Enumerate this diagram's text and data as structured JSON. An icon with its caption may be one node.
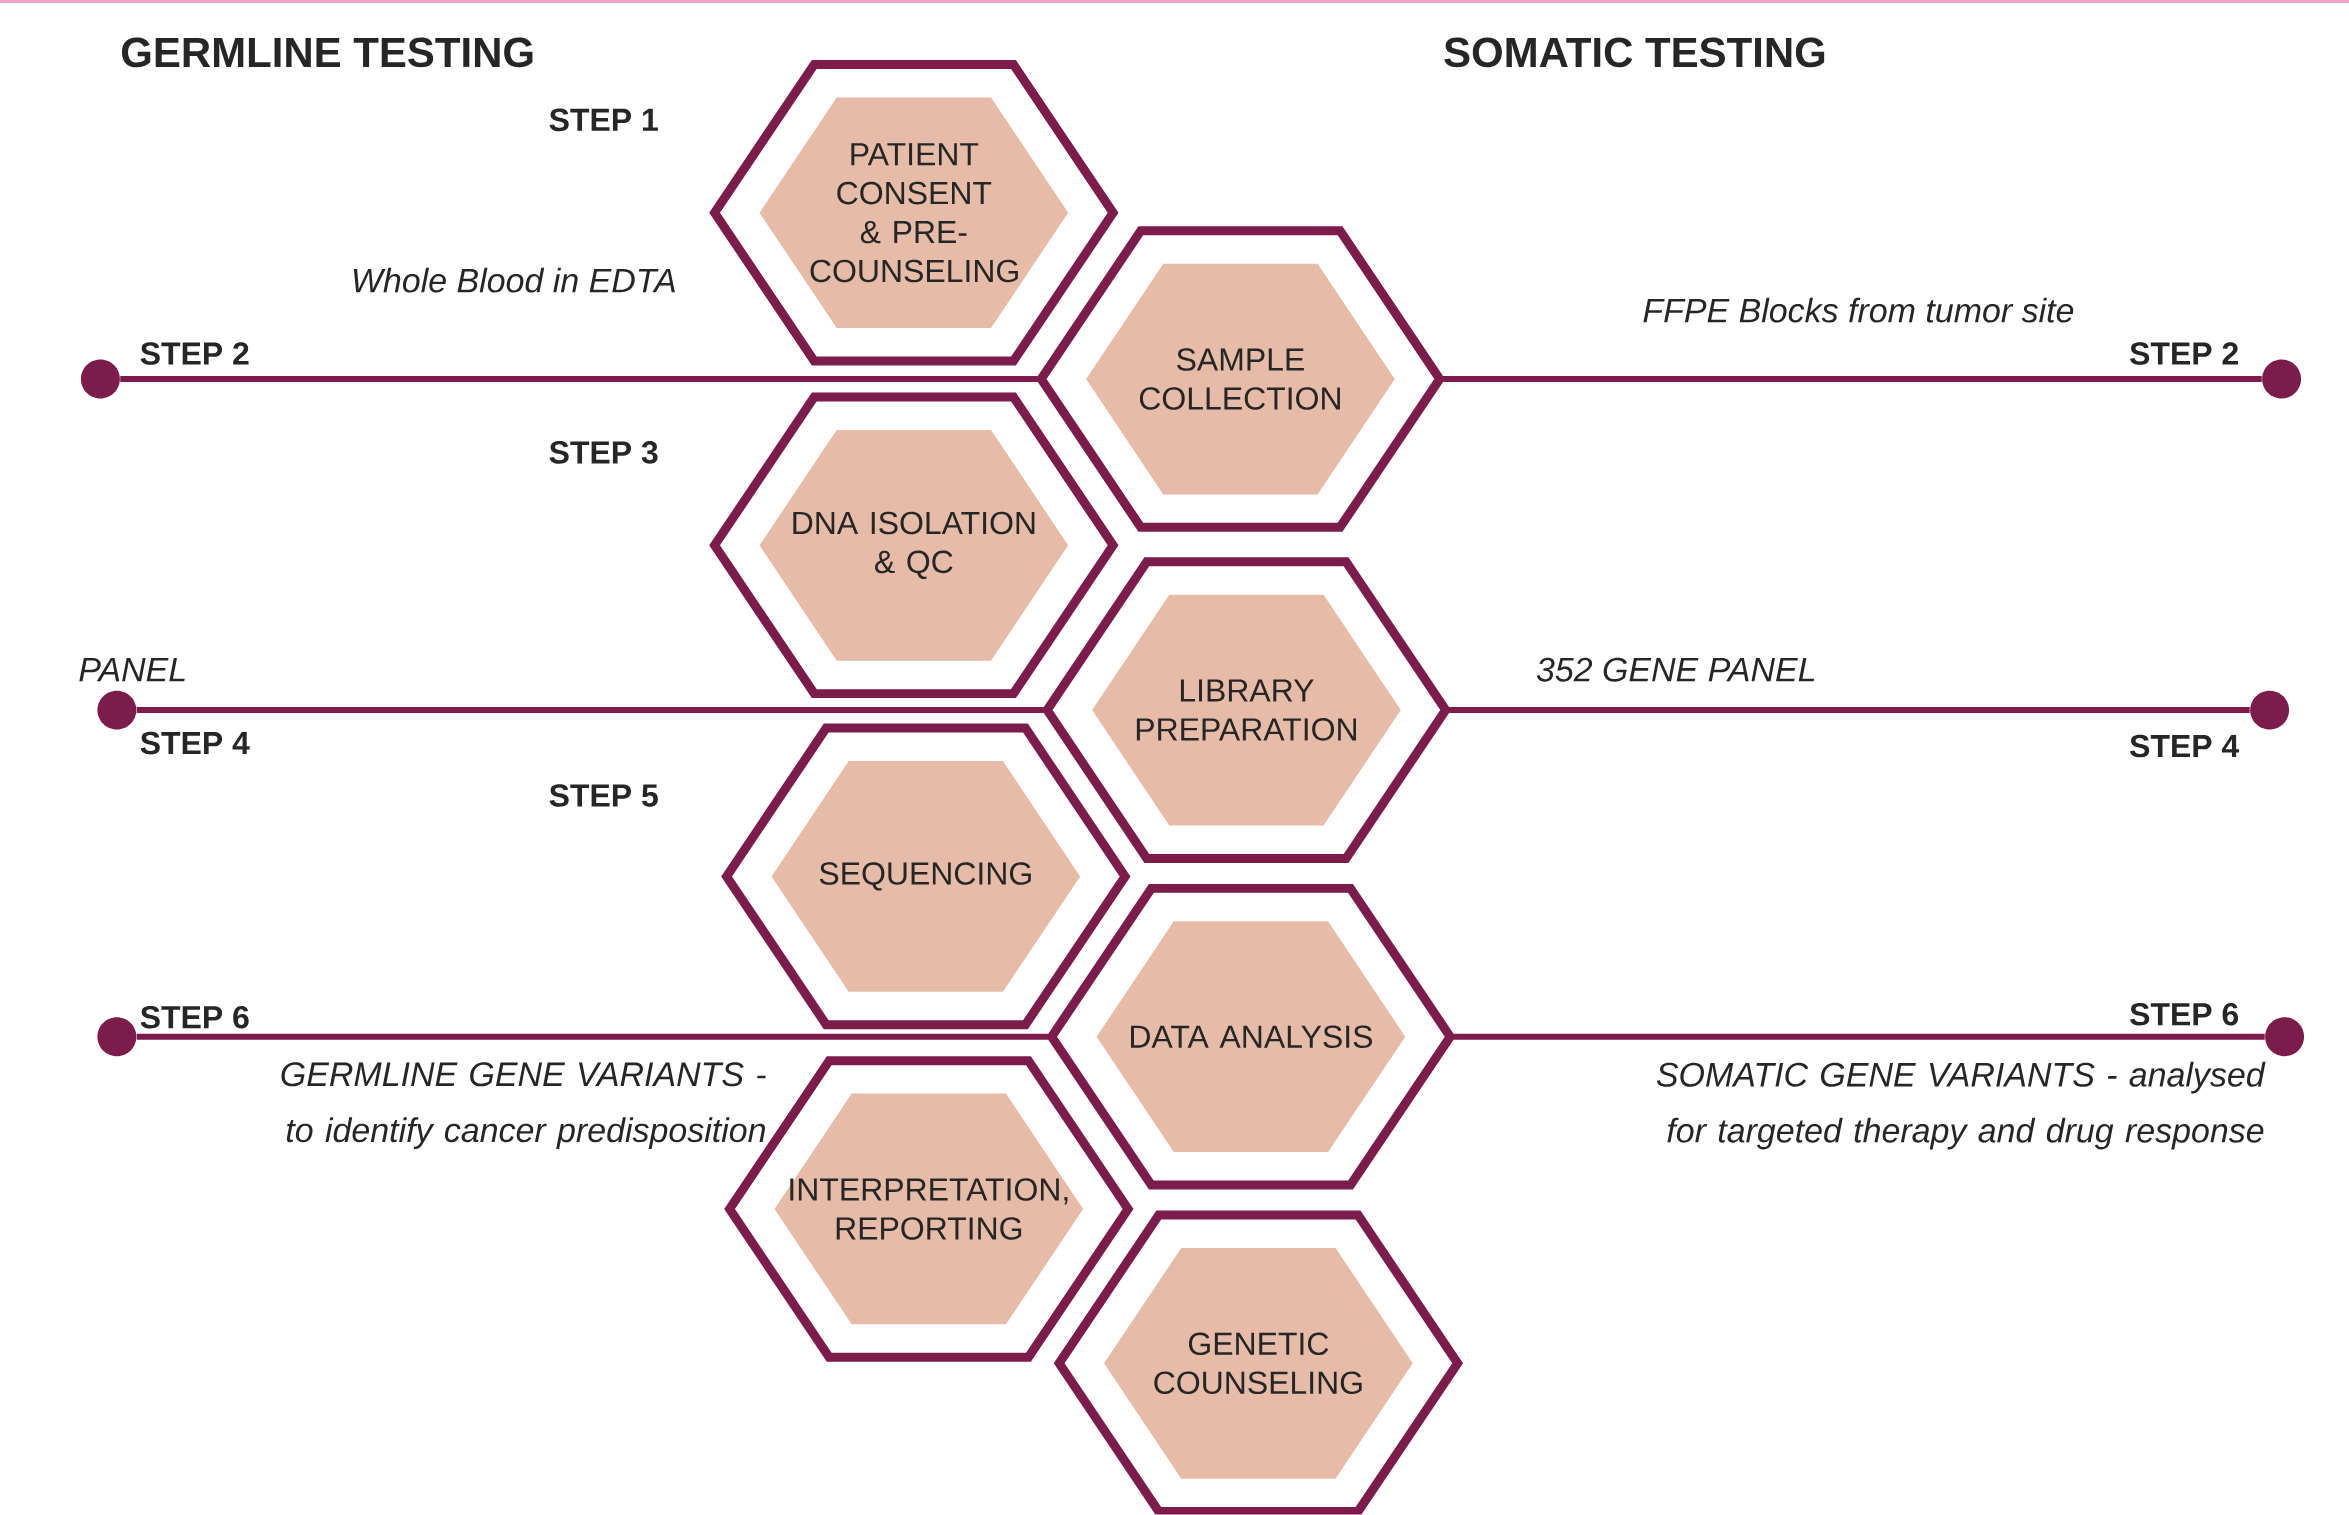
{
  "diagram": {
    "nodes": [
      {
        "text": [
          "PATIENT CONSENT & PRE-COUNSELING"
        ]
      },
      {
        "text": [
          "SAMPLE COLLECTION"
        ]
      },
      {
        "text": [
          "DNA ISOLATION & QC"
        ]
      },
      {
        "text": [
          "LIBRARY PREPARATION"
        ]
      },
      {
        "text": [
          "SEQUENCING"
        ]
      },
      {
        "text": [
          "DATA ANALYSIS"
        ]
      },
      {
        "text": [
          "INTERPRETATION, REPORTING"
        ]
      },
      {
        "text": [
          "GENETIC COUNSELING"
        ]
      },
      {
        "text": [],
        "shape": "circle"
      },
      {
        "text": [],
        "shape": "circle"
      },
      {
        "text": [],
        "shape": "circle"
      },
      {
        "text": [],
        "shape": "circle"
      },
      {
        "text": [],
        "shape": "circle"
      },
      {
        "text": [],
        "shape": "circle"
      }
    ],
    "edges": [
      {
        "from": 8,
        "to": 1,
        "arrow": "none"
      },
      {
        "from": 1,
        "to": 9,
        "arrow": "none"
      },
      {
        "from": 10,
        "to": 3,
        "arrow": "none"
      },
      {
        "from": 3,
        "to": 11,
        "arrow": "none"
      },
      {
        "from": 12,
        "to": 5,
        "arrow": "none"
      },
      {
        "from": 5,
        "to": 13,
        "arrow": "none"
      }
    ],
    "labels": [
      "GERMLINE TESTING",
      "SOMATIC TESTING",
      "STEP 1",
      "Whole Blood in EDTA",
      "FFPE Blocks from tumor site",
      "STEP 2",
      "STEP 2",
      "STEP 3",
      "PANEL",
      "352 GENE PANEL",
      "STEP 4",
      "STEP 4",
      "STEP 5",
      "STEP 6",
      "STEP 6",
      "GERMLINE GENE VARIANTS - to identify cancer predisposition",
      "SOMATIC GENE VARIANTS - analysed for targeted therapy and drug response"
    ]
  }
}
